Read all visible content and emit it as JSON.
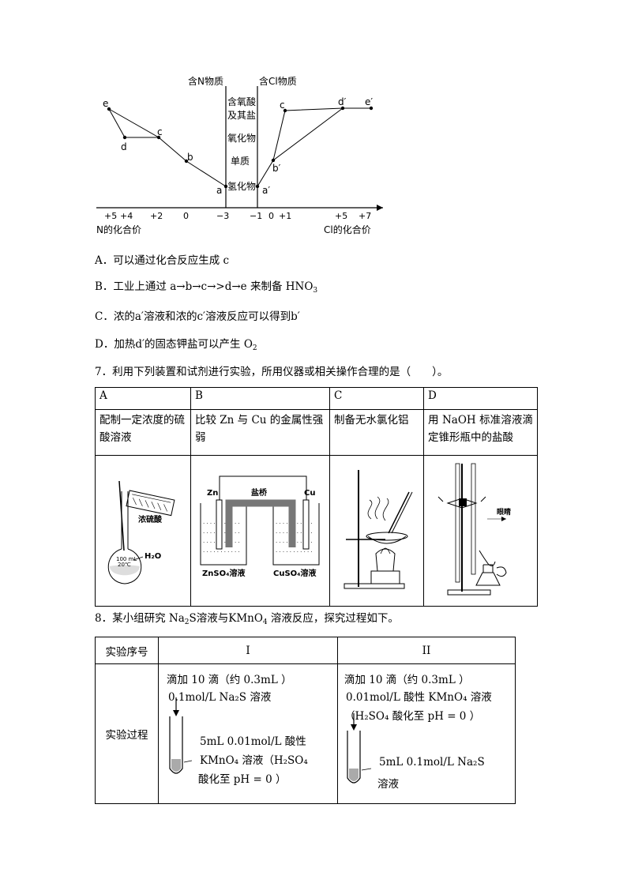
{
  "diagram": {
    "axis_left_title": "含N物质",
    "axis_right_title": "含Cl物质",
    "row_labels": [
      "含氧酸",
      "及其盐",
      "氧化物",
      "单质",
      "氢化物"
    ],
    "x_ticks": [
      "+5",
      "+4",
      "+2",
      "0",
      "−3",
      "−1",
      "0",
      "+1",
      "+5",
      "+7"
    ],
    "n_axis_label": "N的化合价",
    "cl_axis_label": "Cl的化合价",
    "n_points": [
      "e",
      "d",
      "c",
      "b",
      "a"
    ],
    "cl_points": [
      "a′",
      "b′",
      "c",
      "d′",
      "e′"
    ]
  },
  "options": {
    "A": "A．可以通过化合反应生成 c",
    "B_pre": "B．工业上通过 a",
    "B_chain": [
      "→b→c→>d→e 来制备 HNO"
    ],
    "B_sub": "3",
    "C": "C．浓的a′溶液和浓的c′溶液反应可以得到b′",
    "D_pre": "D．加热d′的固态钾盐可以产生 O",
    "D_sub": "2"
  },
  "q7": {
    "stem": "7．利用下列装置和试剂进行实验，所用仪器或相关操作合理的是（　　）。",
    "headers": [
      "A",
      "B",
      "C",
      "D"
    ],
    "descs": [
      "配制一定浓度的硫酸溶液",
      "比较 Zn 与 Cu 的金属性强弱",
      "制备无水氯化铝",
      "用 NaOH 标准溶液滴定锥形瓶中的盐酸"
    ],
    "labels": {
      "a_acid": "浓硫酸",
      "a_flask": "100 mL",
      "a_flask2": "20℃",
      "a_water": "H₂O",
      "b_zn": "Zn",
      "b_cu": "Cu",
      "b_bridge": "盐桥",
      "b_left_sol": "ZnSO₄溶液",
      "b_right_sol": "CuSO₄溶液",
      "d_eye": "眼睛"
    }
  },
  "q8": {
    "stem_pre": "8．某小组研究 Na",
    "stem_s1": "2",
    "stem_mid": "S溶液与KMnO",
    "stem_s2": "4",
    "stem_post": " 溶液反应，探究过程如下。",
    "header_label": "实验序号",
    "col1": "I",
    "col2": "II",
    "row_label": "实验过程",
    "i_drop": "滴加 10 滴（约 0.3mL ）",
    "i_reagent": "0.1mol/L  Na₂S 溶液",
    "i_tube1": "5mL 0.01mol/L 酸性",
    "i_tube2": "KMnO₄ 溶液（H₂SO₄",
    "i_tube3": "酸化至 pH = 0 ）",
    "ii_drop": "滴加 10 滴（约 0.3mL ）",
    "ii_reagent": "0.01mol/L 酸性 KMnO₄ 溶液",
    "ii_reagent2": "（H₂SO₄ 酸化至 pH = 0 ）",
    "ii_tube1": "5mL 0.1mol/L  Na₂S",
    "ii_tube2": "溶液"
  }
}
